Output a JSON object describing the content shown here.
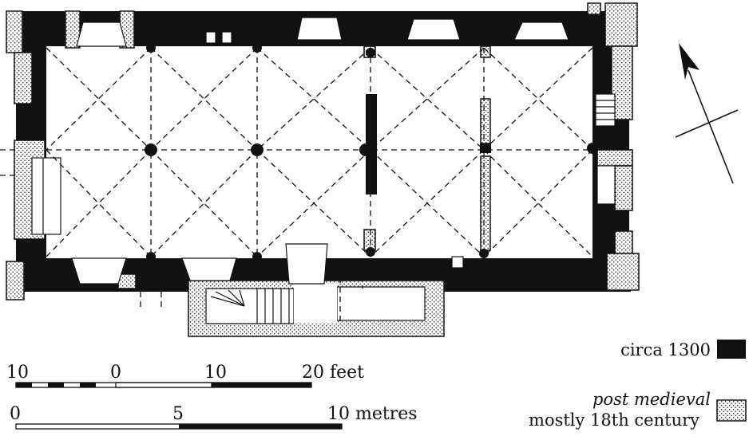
{
  "scales": {
    "feet": {
      "ticks": [
        "10",
        "0",
        "10",
        "20 feet"
      ]
    },
    "metres": {
      "ticks": [
        "0",
        "5",
        "10 metres"
      ]
    }
  },
  "legend": {
    "items": [
      {
        "label": "circa 1300",
        "swatch": "solid-black"
      },
      {
        "label_line1": "post medieval",
        "label_line2": "mostly 18th century",
        "swatch": "stippled"
      }
    ]
  },
  "colors": {
    "ink": "#111111",
    "paper": "#ffffff"
  }
}
